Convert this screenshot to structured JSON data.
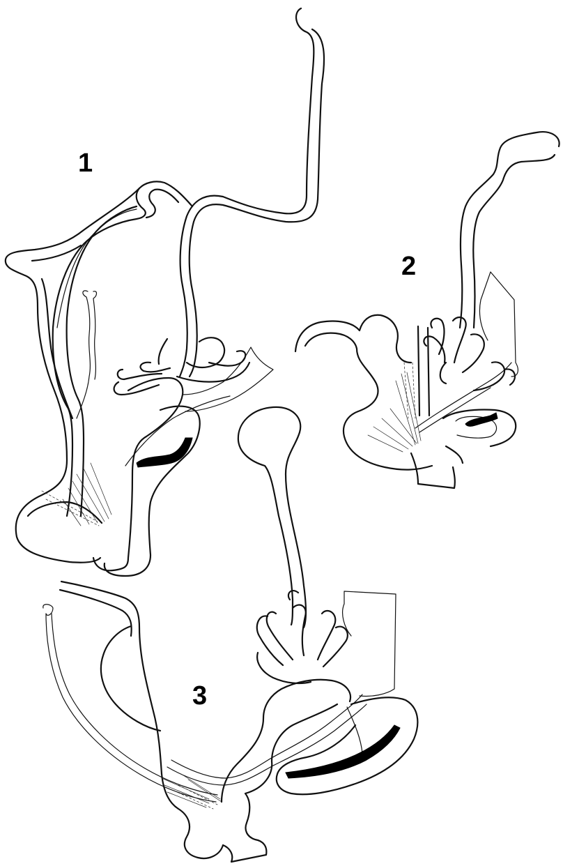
{
  "figures": [
    {
      "id": "fig-1",
      "label": "1"
    },
    {
      "id": "fig-2",
      "label": "2"
    },
    {
      "id": "fig-3",
      "label": "3"
    }
  ],
  "colors": {
    "ink": "#000000",
    "paper": "#ffffff"
  }
}
